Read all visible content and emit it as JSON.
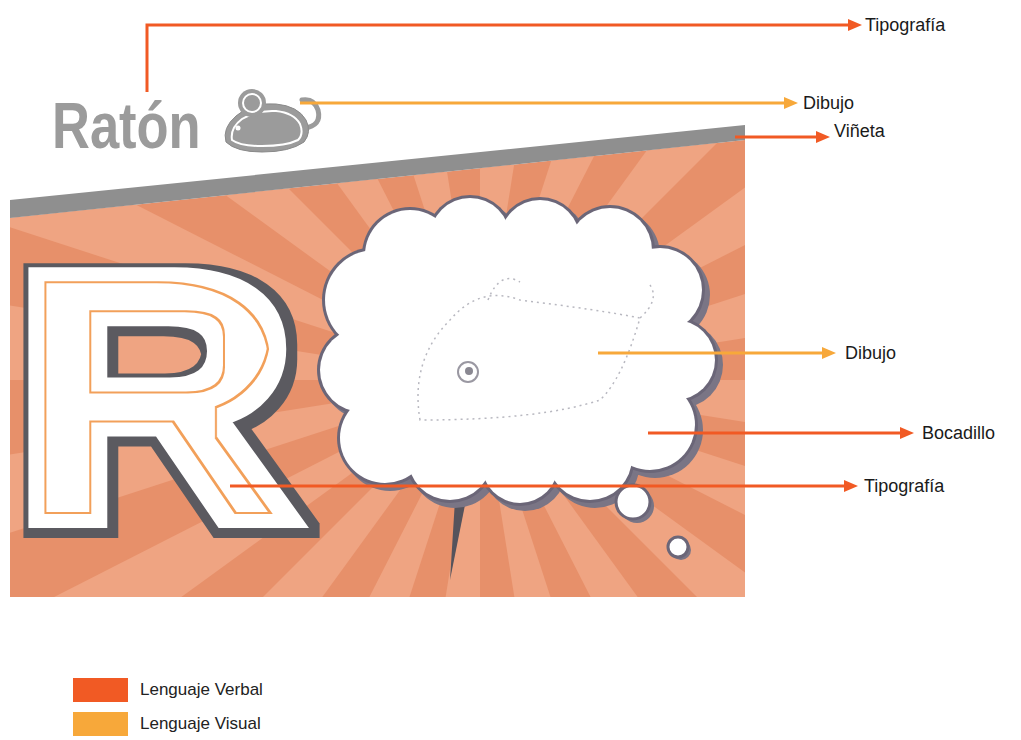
{
  "diagram": {
    "labels": [
      "Tipografía",
      "Ratón",
      "Dibujo",
      "Viñeta",
      "R",
      "Dibujo",
      "Bocadillo",
      "Tipografía"
    ],
    "legend": [
      {
        "text": "Lenguaje Verbal",
        "color": "#f15a24"
      },
      {
        "text": "Lenguaje Visual",
        "color": "#f7a83a"
      }
    ]
  }
}
